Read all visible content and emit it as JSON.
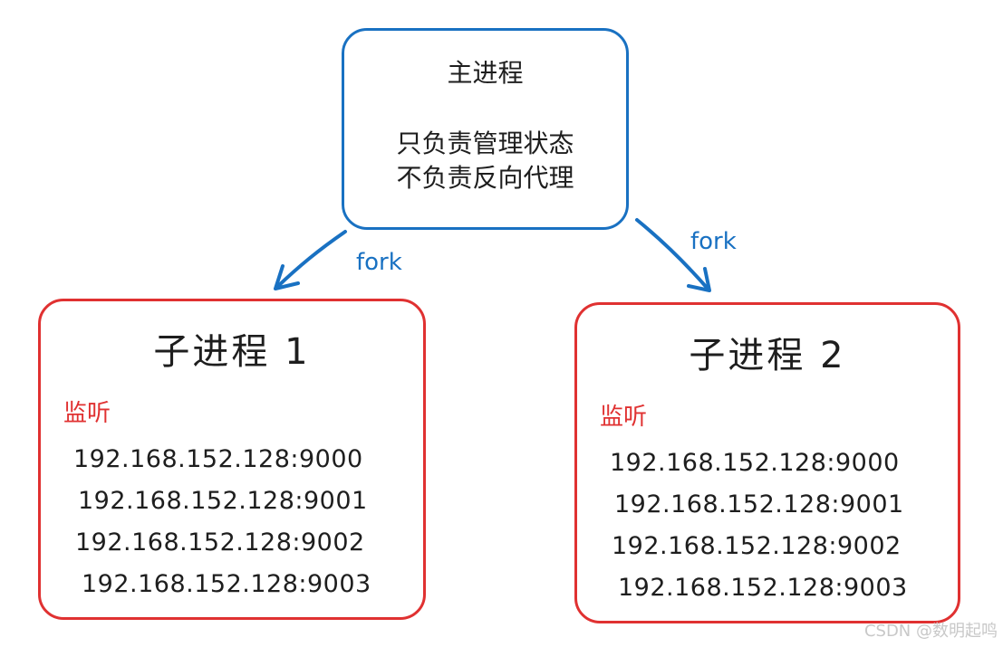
{
  "master": {
    "title": "主进程",
    "desc_line1": "只负责管理状态",
    "desc_line2": "不负责反向代理"
  },
  "edges": [
    {
      "label": "fork"
    },
    {
      "label": "fork"
    }
  ],
  "children": [
    {
      "title": "子进程 1",
      "listen_label": "监听",
      "addresses": [
        "192.168.152.128:9000",
        "192.168.152.128:9001",
        "192.168.152.128:9002",
        "192.168.152.128:9003"
      ]
    },
    {
      "title": "子进程 2",
      "listen_label": "监听",
      "addresses": [
        "192.168.152.128:9000",
        "192.168.152.128:9001",
        "192.168.152.128:9002",
        "192.168.152.128:9003"
      ]
    }
  ],
  "colors": {
    "master_stroke": "#1971c2",
    "child_stroke": "#e03131",
    "arrow": "#1971c2",
    "listen_label": "#e03131"
  },
  "watermark": "CSDN @数明起鸣"
}
